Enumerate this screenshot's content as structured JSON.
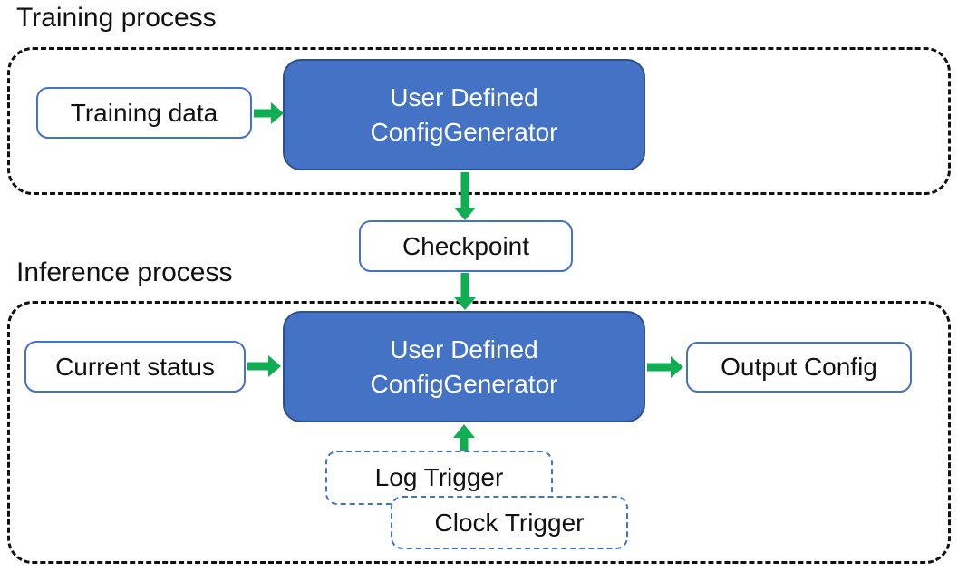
{
  "colors": {
    "box_blue": "#4472C4",
    "box_blue_border": "#2F528F",
    "outline_blue": "#4472C4",
    "arrow_green": "#10AD52",
    "text_dark": "#111111",
    "dash_border": "#111111"
  },
  "training_section": {
    "title": "Training process",
    "input_box": "Training data",
    "generator_line1": "User Defined",
    "generator_line2": "ConfigGenerator"
  },
  "checkpoint_box": "Checkpoint",
  "inference_section": {
    "title": "Inference process",
    "input_box": "Current status",
    "generator_line1": "User Defined",
    "generator_line2": "ConfigGenerator",
    "output_box": "Output Config",
    "log_trigger_box": "Log Trigger",
    "clock_trigger_box": "Clock Trigger"
  }
}
